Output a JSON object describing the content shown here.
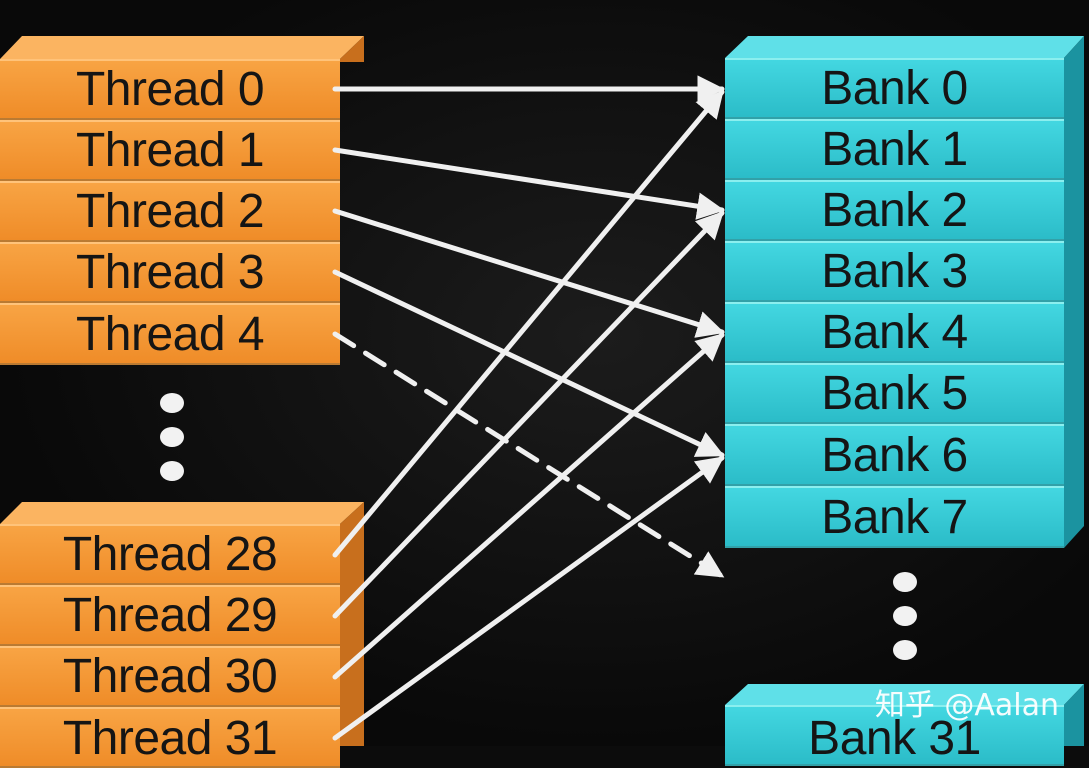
{
  "threads_top": [
    "Thread 0",
    "Thread 1",
    "Thread 2",
    "Thread 3",
    "Thread 4"
  ],
  "threads_bottom": [
    "Thread 28",
    "Thread 29",
    "Thread 30",
    "Thread 31"
  ],
  "banks_top": [
    "Bank 0",
    "Bank 1",
    "Bank 2",
    "Bank 3",
    "Bank 4",
    "Bank 5",
    "Bank 6",
    "Bank 7"
  ],
  "banks_bottom": [
    "Bank 31"
  ],
  "watermark": "知乎 @Aalan",
  "colors": {
    "thread": "#f39a35",
    "bank": "#35c9d5",
    "arrow": "#f0f0f0",
    "background": "#0c0c0c"
  },
  "connections": [
    {
      "from": "Thread 0",
      "to": "Bank 0",
      "style": "solid"
    },
    {
      "from": "Thread 1",
      "to": "Bank 2",
      "style": "solid"
    },
    {
      "from": "Thread 2",
      "to": "Bank 4",
      "style": "solid"
    },
    {
      "from": "Thread 3",
      "to": "Bank 6",
      "style": "solid"
    },
    {
      "from": "Thread 4",
      "to": "Bank 8",
      "style": "dashed"
    },
    {
      "from": "Thread 28",
      "to": "Bank 0",
      "style": "solid"
    },
    {
      "from": "Thread 29",
      "to": "Bank 2",
      "style": "solid"
    },
    {
      "from": "Thread 30",
      "to": "Bank 4",
      "style": "solid"
    },
    {
      "from": "Thread 31",
      "to": "Bank 6",
      "style": "solid"
    }
  ]
}
